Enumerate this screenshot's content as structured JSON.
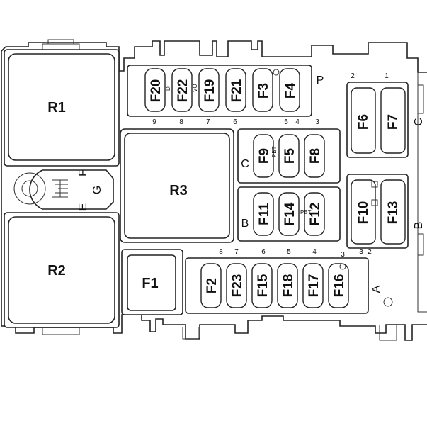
{
  "relays": [
    {
      "id": "r1",
      "label": "R1"
    },
    {
      "id": "r2",
      "label": "R2"
    },
    {
      "id": "r3",
      "label": "R3"
    }
  ],
  "fuses": [
    {
      "id": "f1",
      "label": "F1"
    },
    {
      "id": "f2",
      "label": "F2"
    },
    {
      "id": "f3",
      "label": "F3"
    },
    {
      "id": "f4",
      "label": "F4"
    },
    {
      "id": "f5",
      "label": "F5"
    },
    {
      "id": "f6",
      "label": "F6"
    },
    {
      "id": "f7",
      "label": "F7"
    },
    {
      "id": "f8",
      "label": "F8"
    },
    {
      "id": "f9",
      "label": "F9"
    },
    {
      "id": "f10",
      "label": "F10"
    },
    {
      "id": "f11",
      "label": "F11"
    },
    {
      "id": "f12",
      "label": "F12"
    },
    {
      "id": "f13",
      "label": "F13"
    },
    {
      "id": "f14",
      "label": "F14"
    },
    {
      "id": "f15",
      "label": "F15"
    },
    {
      "id": "f16",
      "label": "F16"
    },
    {
      "id": "f17",
      "label": "F17"
    },
    {
      "id": "f18",
      "label": "F18"
    },
    {
      "id": "f19",
      "label": "F19"
    },
    {
      "id": "f20",
      "label": "F20"
    },
    {
      "id": "f21",
      "label": "F21"
    },
    {
      "id": "f22",
      "label": "F22"
    },
    {
      "id": "f23",
      "label": "F23"
    }
  ],
  "side_letters": {
    "a": "A",
    "b": "B",
    "c": "C",
    "e": "E",
    "f": "F",
    "g": "G",
    "p": "P"
  },
  "pin_numbers": {
    "top_row": [
      "9",
      "8",
      "7",
      "6",
      "5",
      "4",
      "3"
    ],
    "bottom_row": [
      "8",
      "7",
      "6",
      "5",
      "4",
      "3"
    ],
    "right_top": [
      "2",
      "1"
    ],
    "right_mid": [
      "3",
      "2"
    ]
  },
  "markings": {
    "pbt": "PBT",
    "vo": "VO",
    "d": "D"
  }
}
